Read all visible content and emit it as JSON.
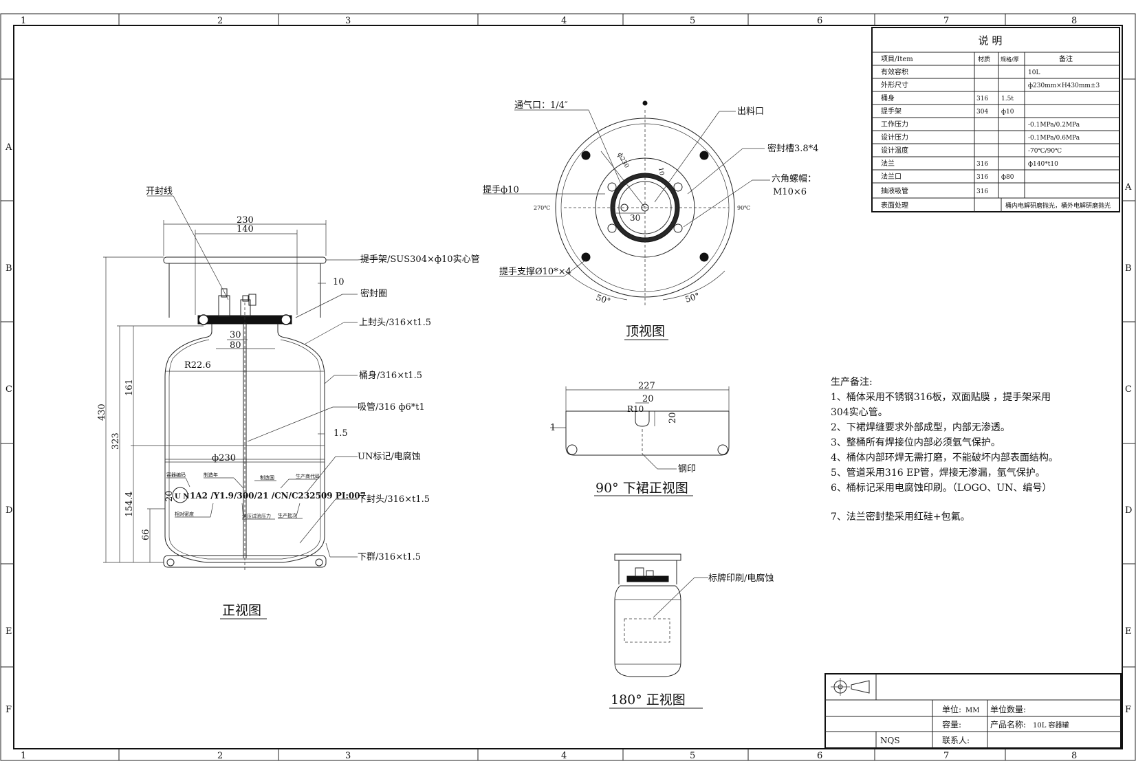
{
  "zone_numbers": [
    "1",
    "2",
    "3",
    "4",
    "5",
    "6",
    "7",
    "8"
  ],
  "zone_letters": [
    "A",
    "B",
    "C",
    "D",
    "E",
    "F"
  ],
  "spec_table": {
    "title": "说    明",
    "headers": [
      "项目/Item",
      "材质",
      "规格/厚",
      "备注"
    ],
    "rows": [
      {
        "item": "有效容积",
        "material": "",
        "spec": "",
        "note": "10L"
      },
      {
        "item": "外形尺寸",
        "material": "",
        "spec": "",
        "note": "ф230mm×H430mm±3"
      },
      {
        "item": "桶身",
        "material": "316",
        "spec": "1.5t",
        "note": ""
      },
      {
        "item": "提手架",
        "material": "304",
        "spec": "ф10",
        "note": ""
      },
      {
        "item": "工作压力",
        "material": "",
        "spec": "",
        "note": "-0.1MPa/0.2MPa"
      },
      {
        "item": "设计压力",
        "material": "",
        "spec": "",
        "note": "-0.1MPa/0.6MPa"
      },
      {
        "item": "设计温度",
        "material": "",
        "spec": "",
        "note": "-70℃/90℃"
      },
      {
        "item": "法兰",
        "material": "316",
        "spec": "",
        "note": "ф140*t10"
      },
      {
        "item": "法兰口",
        "material": "316",
        "spec": "ф80",
        "note": ""
      },
      {
        "item": "抽液吸管",
        "material": "316",
        "spec": "",
        "note": ""
      }
    ],
    "last_row": {
      "item": "表面处理",
      "note": "桶内电解研磨抛光，桶外电解研磨抛光"
    }
  },
  "front_view": {
    "title": "正视图",
    "dims": {
      "d230": "230",
      "d140": "140",
      "d10": "10",
      "d30": "30",
      "d80": "80",
      "r226": "R22.6",
      "d161": "161",
      "d430": "430",
      "d323": "323",
      "d15": "1.5",
      "phi230": "ф230",
      "d1544": "154.4",
      "d66": "66",
      "d20": "20"
    },
    "labels": {
      "open_line": "开封线",
      "handle_frame": "提手架/SUS304×ф10实心管",
      "seal_ring": "密封圈",
      "top_head": "上封头/316×t1.5",
      "body": "桶身/316×t1.5",
      "suction_tube": "吸管/316  ф6*t1",
      "un_mark": "UN标记/电腐蚀",
      "bottom_head": "下封头/316×t1.5",
      "skirt": "下群/316×t1.5"
    },
    "nameplate": {
      "code": "1A2 /Y1.9/300/21 /CN/C232509 PI:007",
      "un_logo": "U N",
      "small": [
        "容器编码",
        "制造年",
        "制造国",
        "生产商代码",
        "相对密度",
        "测压试验压力",
        "生产批次"
      ]
    }
  },
  "top_view": {
    "title": "顶视图",
    "labels": {
      "vent": "通气口：1/4″",
      "outlet": "出料口",
      "seal_groove": "密封槽3.8*4",
      "hex_cap": "六角螺帽：",
      "hex_size": "M10×6",
      "handle": "提手ф10",
      "handle_support": "提手支撑Ø10*×4"
    },
    "dims": {
      "d30": "30",
      "phi230": "ф230",
      "d10": "10",
      "a270": "270℃",
      "a90": "90℃",
      "a50l": "50°",
      "a50r": "50°"
    }
  },
  "skirt_view": {
    "title": "90° 下裙正视图",
    "dims": {
      "d227": "227",
      "d20a": "20",
      "r10": "R10",
      "d20b": "20",
      "d1": "1"
    },
    "labels": {
      "stamp": "钢印"
    }
  },
  "rear_view": {
    "title": "180° 正视图",
    "labels": {
      "nameplate": "标牌印刷/电腐蚀"
    }
  },
  "notes": {
    "title": "生产备注:",
    "lines": [
      "1、桶体采用不锈钢316板，双面贴膜 ，提手架采用",
      "304实心管。",
      "2、下裙焊缝要求外部成型，内部无渗透。",
      "3、整桶所有焊接位内部必须氩气保护。",
      "4、桶体内部环焊无需打磨，不能破坏内部表面结构。",
      "5、管道采用316 EP管，焊接无渗漏，氩气保护。",
      "6、桶标记采用电腐蚀印刷。（LOGO、UN、编号）",
      "7、法兰密封垫采用红硅+包氟。"
    ]
  },
  "title_block": {
    "unit_label": "单位:",
    "unit_value": "MM",
    "qty_label": "单位数量:",
    "capacity_label": "容量:",
    "product_label": "产品名称:",
    "product_value": "10L 容器罐",
    "code": "NQS",
    "contact_label": "联系人:"
  }
}
